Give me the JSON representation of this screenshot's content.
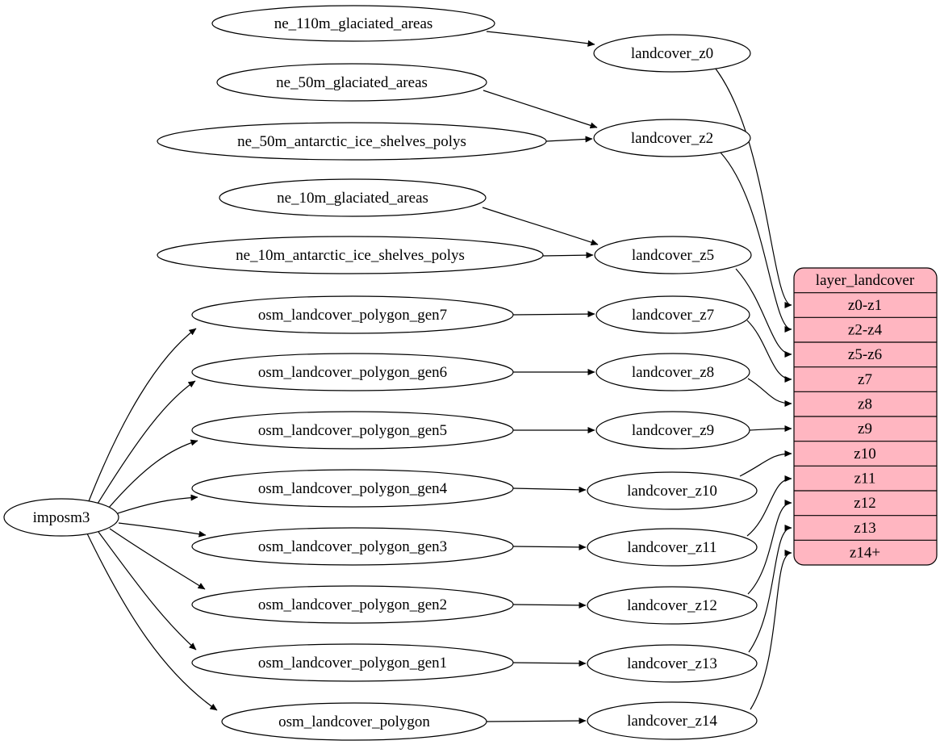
{
  "diagram": {
    "type": "graphviz-dependency-graph",
    "background": "#ffffff",
    "edge_color": "#000000",
    "node_fill": "#ffffff",
    "node_stroke": "#000000",
    "root": {
      "label": "imposm3"
    },
    "sources": [
      "ne_110m_glaciated_areas",
      "ne_50m_glaciated_areas",
      "ne_50m_antarctic_ice_shelves_polys",
      "ne_10m_glaciated_areas",
      "ne_10m_antarctic_ice_shelves_polys",
      "osm_landcover_polygon_gen7",
      "osm_landcover_polygon_gen6",
      "osm_landcover_polygon_gen5",
      "osm_landcover_polygon_gen4",
      "osm_landcover_polygon_gen3",
      "osm_landcover_polygon_gen2",
      "osm_landcover_polygon_gen1",
      "osm_landcover_polygon"
    ],
    "targets": [
      "landcover_z0",
      "landcover_z2",
      "landcover_z5",
      "landcover_z7",
      "landcover_z8",
      "landcover_z9",
      "landcover_z10",
      "landcover_z11",
      "landcover_z12",
      "landcover_z13",
      "landcover_z14"
    ],
    "record": {
      "title": "layer_landcover",
      "fill": "#FFB6C1",
      "rows": [
        "z0-z1",
        "z2-z4",
        "z5-z6",
        "z7",
        "z8",
        "z9",
        "z10",
        "z11",
        "z12",
        "z13",
        "z14+"
      ]
    },
    "edges": [
      {
        "from": "imposm3",
        "to": "osm_landcover_polygon_gen7"
      },
      {
        "from": "imposm3",
        "to": "osm_landcover_polygon_gen6"
      },
      {
        "from": "imposm3",
        "to": "osm_landcover_polygon_gen5"
      },
      {
        "from": "imposm3",
        "to": "osm_landcover_polygon_gen4"
      },
      {
        "from": "imposm3",
        "to": "osm_landcover_polygon_gen3"
      },
      {
        "from": "imposm3",
        "to": "osm_landcover_polygon_gen2"
      },
      {
        "from": "imposm3",
        "to": "osm_landcover_polygon_gen1"
      },
      {
        "from": "imposm3",
        "to": "osm_landcover_polygon"
      },
      {
        "from": "ne_110m_glaciated_areas",
        "to": "landcover_z0"
      },
      {
        "from": "ne_50m_glaciated_areas",
        "to": "landcover_z2"
      },
      {
        "from": "ne_50m_antarctic_ice_shelves_polys",
        "to": "landcover_z2"
      },
      {
        "from": "ne_10m_glaciated_areas",
        "to": "landcover_z5"
      },
      {
        "from": "ne_10m_antarctic_ice_shelves_polys",
        "to": "landcover_z5"
      },
      {
        "from": "osm_landcover_polygon_gen7",
        "to": "landcover_z7"
      },
      {
        "from": "osm_landcover_polygon_gen6",
        "to": "landcover_z8"
      },
      {
        "from": "osm_landcover_polygon_gen5",
        "to": "landcover_z9"
      },
      {
        "from": "osm_landcover_polygon_gen4",
        "to": "landcover_z10"
      },
      {
        "from": "osm_landcover_polygon_gen3",
        "to": "landcover_z11"
      },
      {
        "from": "osm_landcover_polygon_gen2",
        "to": "landcover_z12"
      },
      {
        "from": "osm_landcover_polygon_gen1",
        "to": "landcover_z13"
      },
      {
        "from": "osm_landcover_polygon",
        "to": "landcover_z14"
      },
      {
        "from": "landcover_z0",
        "to": "layer_landcover:z0-z1"
      },
      {
        "from": "landcover_z2",
        "to": "layer_landcover:z2-z4"
      },
      {
        "from": "landcover_z5",
        "to": "layer_landcover:z5-z6"
      },
      {
        "from": "landcover_z7",
        "to": "layer_landcover:z7"
      },
      {
        "from": "landcover_z8",
        "to": "layer_landcover:z8"
      },
      {
        "from": "landcover_z9",
        "to": "layer_landcover:z9"
      },
      {
        "from": "landcover_z10",
        "to": "layer_landcover:z10"
      },
      {
        "from": "landcover_z11",
        "to": "layer_landcover:z11"
      },
      {
        "from": "landcover_z12",
        "to": "layer_landcover:z12"
      },
      {
        "from": "landcover_z13",
        "to": "layer_landcover:z13"
      },
      {
        "from": "landcover_z14",
        "to": "layer_landcover:z14+"
      }
    ]
  }
}
